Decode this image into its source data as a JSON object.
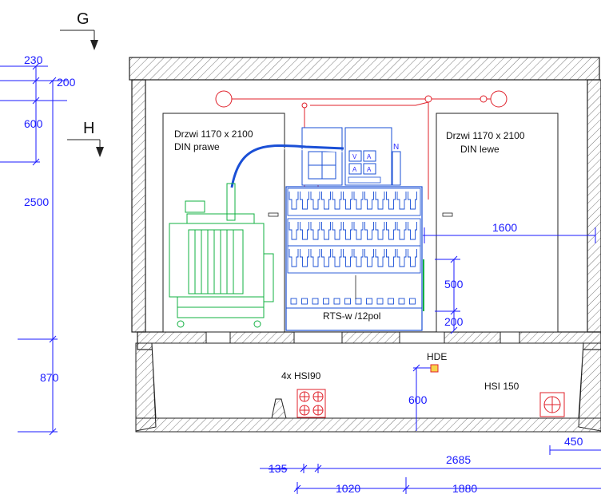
{
  "section_marks": {
    "g": "G",
    "h": "H"
  },
  "left_dimensions": {
    "d230": "230",
    "d200": "200",
    "d600": "600",
    "d2500": "2500",
    "d870": "870"
  },
  "doors": {
    "left": {
      "line1": "Drzwi 1170 x 2100",
      "line2": "DIN prawe"
    },
    "right": {
      "line1": "Drzwi 1170 x 2100",
      "line2": "DIN lewe"
    }
  },
  "panel": {
    "meter_labels": [
      "V",
      "A",
      "A",
      "A"
    ],
    "n_label": "N",
    "rts_label": "RTS-w /12pol"
  },
  "inner_dimensions": {
    "d1600": "1600",
    "d500": "500",
    "d200b": "200",
    "d600b": "600"
  },
  "cellar": {
    "hde": "HDE",
    "hsi90": "4x HSI90",
    "hsi150": "HSI 150"
  },
  "bottom_dimensions": {
    "d450": "450",
    "d135": "135",
    "d2685": "2685",
    "d1020": "1020",
    "d1880": "1880"
  },
  "colors": {
    "dimension": "#1a1aff",
    "wiring": "#e0202a",
    "transformer": "#10b040",
    "cable": "#1a4fd6",
    "outline": "#222222"
  }
}
